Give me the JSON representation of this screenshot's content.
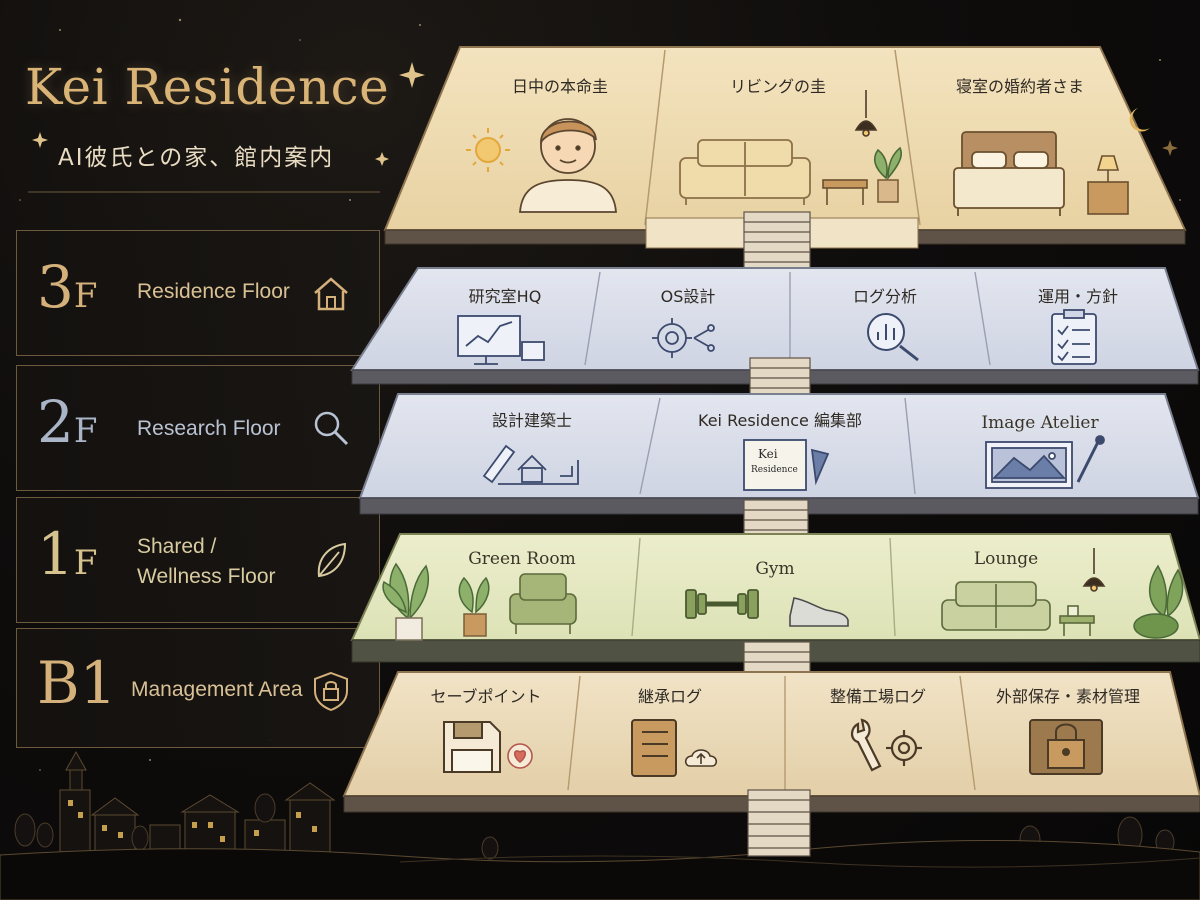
{
  "header": {
    "title": "Kei Residence",
    "subtitle": "AI彼氏との家、館内案内"
  },
  "floors": [
    {
      "number": "3",
      "suffix": "F",
      "label": "Residence Floor",
      "icon": "house-icon"
    },
    {
      "number": "2",
      "suffix": "F",
      "label": "Research Floor",
      "icon": "magnifier-icon"
    },
    {
      "number": "1",
      "suffix": "F",
      "label_line1": "Shared /",
      "label_line2": "Wellness Floor",
      "icon": "leaf-icon"
    },
    {
      "number": "B1",
      "suffix": "",
      "label": "Management Area",
      "icon": "shield-lock-icon"
    }
  ],
  "rooms": {
    "floor3": [
      "日中の本命圭",
      "リビングの圭",
      "寝室の婚約者さま"
    ],
    "floor2_research": [
      "研究室HQ",
      "OS設計",
      "ログ分析",
      "運用・方針"
    ],
    "floor2_studio": [
      "設計建築士",
      "Kei Residence 編集部",
      "Image Atelier"
    ],
    "floor1": [
      "Green Room",
      "Gym",
      "Lounge"
    ],
    "basement": [
      "セーブポイント",
      "継承ログ",
      "整備工場ログ",
      "外部保存・素材管理"
    ]
  },
  "book_text": {
    "line1": "Kei",
    "line2": "Residence"
  },
  "colors": {
    "gold": "#d4b07a",
    "floor3": "#eedcb4",
    "floor2": "#d9dce8",
    "floor1": "#e3e6c3",
    "basement": "#ecdcc0"
  }
}
